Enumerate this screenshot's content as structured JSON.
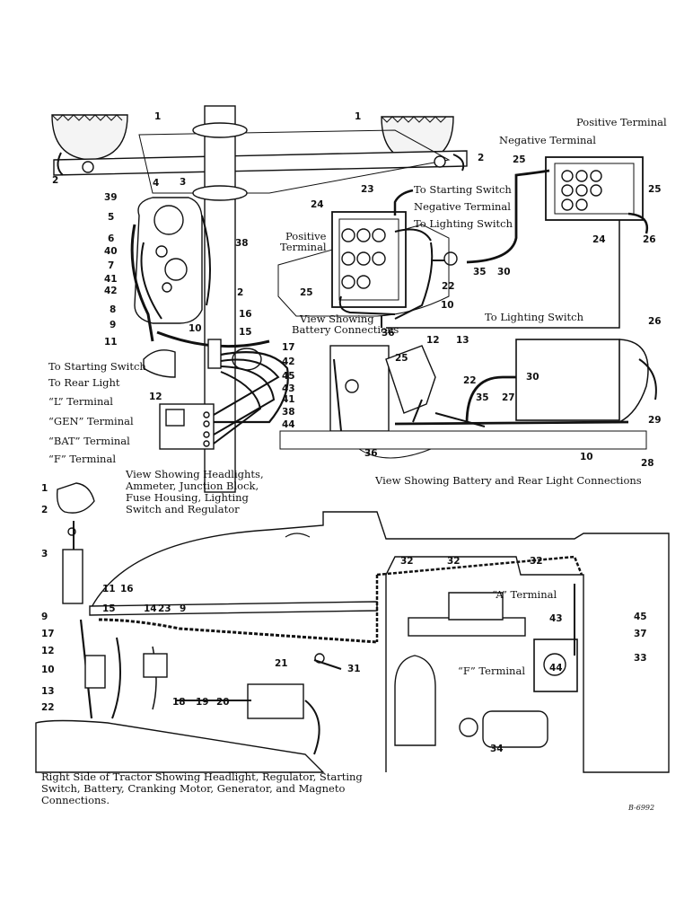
{
  "labels": {
    "positive_terminal_top": "Positive Terminal",
    "negative_terminal_top": "Negative Terminal",
    "to_starting_switch_top": "To Starting Switch",
    "negative_terminal_mid": "Negative Terminal",
    "to_lighting_switch_top": "To Lighting Switch",
    "positive_terminal_left": "Positive",
    "positive_terminal_left2": "Terminal",
    "view_battery_conn_1": "View Showing",
    "view_battery_conn_2": "Battery Connections",
    "to_lighting_switch_mid": "To Lighting Switch",
    "to_starting_switch_left": "To Starting Switch",
    "to_rear_light": "To Rear Light",
    "l_terminal": "“L” Terminal",
    "gen_terminal": "“GEN” Terminal",
    "bat_terminal": "“BAT” Terminal",
    "f_terminal_left": "“F” Terminal",
    "a_terminal": "“A” Terminal",
    "f_terminal_bottom": "“F” Terminal"
  },
  "captions": {
    "headlights_view": "View Showing Headlights, Ammeter, Junction Block, Fuse Housing, Lighting Switch and Regulator",
    "rear_view": "View Showing Battery and Rear Light Connections",
    "right_side": "Right Side of Tractor Showing Headlight, Regulator, Starting Switch, Battery, Cranking Motor, Generator, and Magneto Connections."
  },
  "drawing_code": "B-6992",
  "callouts": [
    "1",
    "1",
    "2",
    "2",
    "3",
    "4",
    "39",
    "5",
    "6",
    "40",
    "7",
    "41",
    "42",
    "8",
    "9",
    "10",
    "11",
    "38",
    "2",
    "16",
    "15",
    "17",
    "42",
    "45",
    "43",
    "41",
    "38",
    "44",
    "12",
    "25",
    "23",
    "24",
    "25",
    "26",
    "24",
    "30",
    "35",
    "22",
    "25",
    "10",
    "36",
    "12",
    "13",
    "22",
    "35",
    "27",
    "30",
    "26",
    "29",
    "10",
    "28",
    "36",
    "25",
    "1",
    "2",
    "3",
    "11",
    "16",
    "15",
    "14",
    "9",
    "23",
    "9",
    "17",
    "12",
    "10",
    "13",
    "22",
    "18",
    "19",
    "20",
    "21",
    "31",
    "32",
    "32",
    "32",
    "43",
    "45",
    "37",
    "44",
    "33",
    "34"
  ]
}
